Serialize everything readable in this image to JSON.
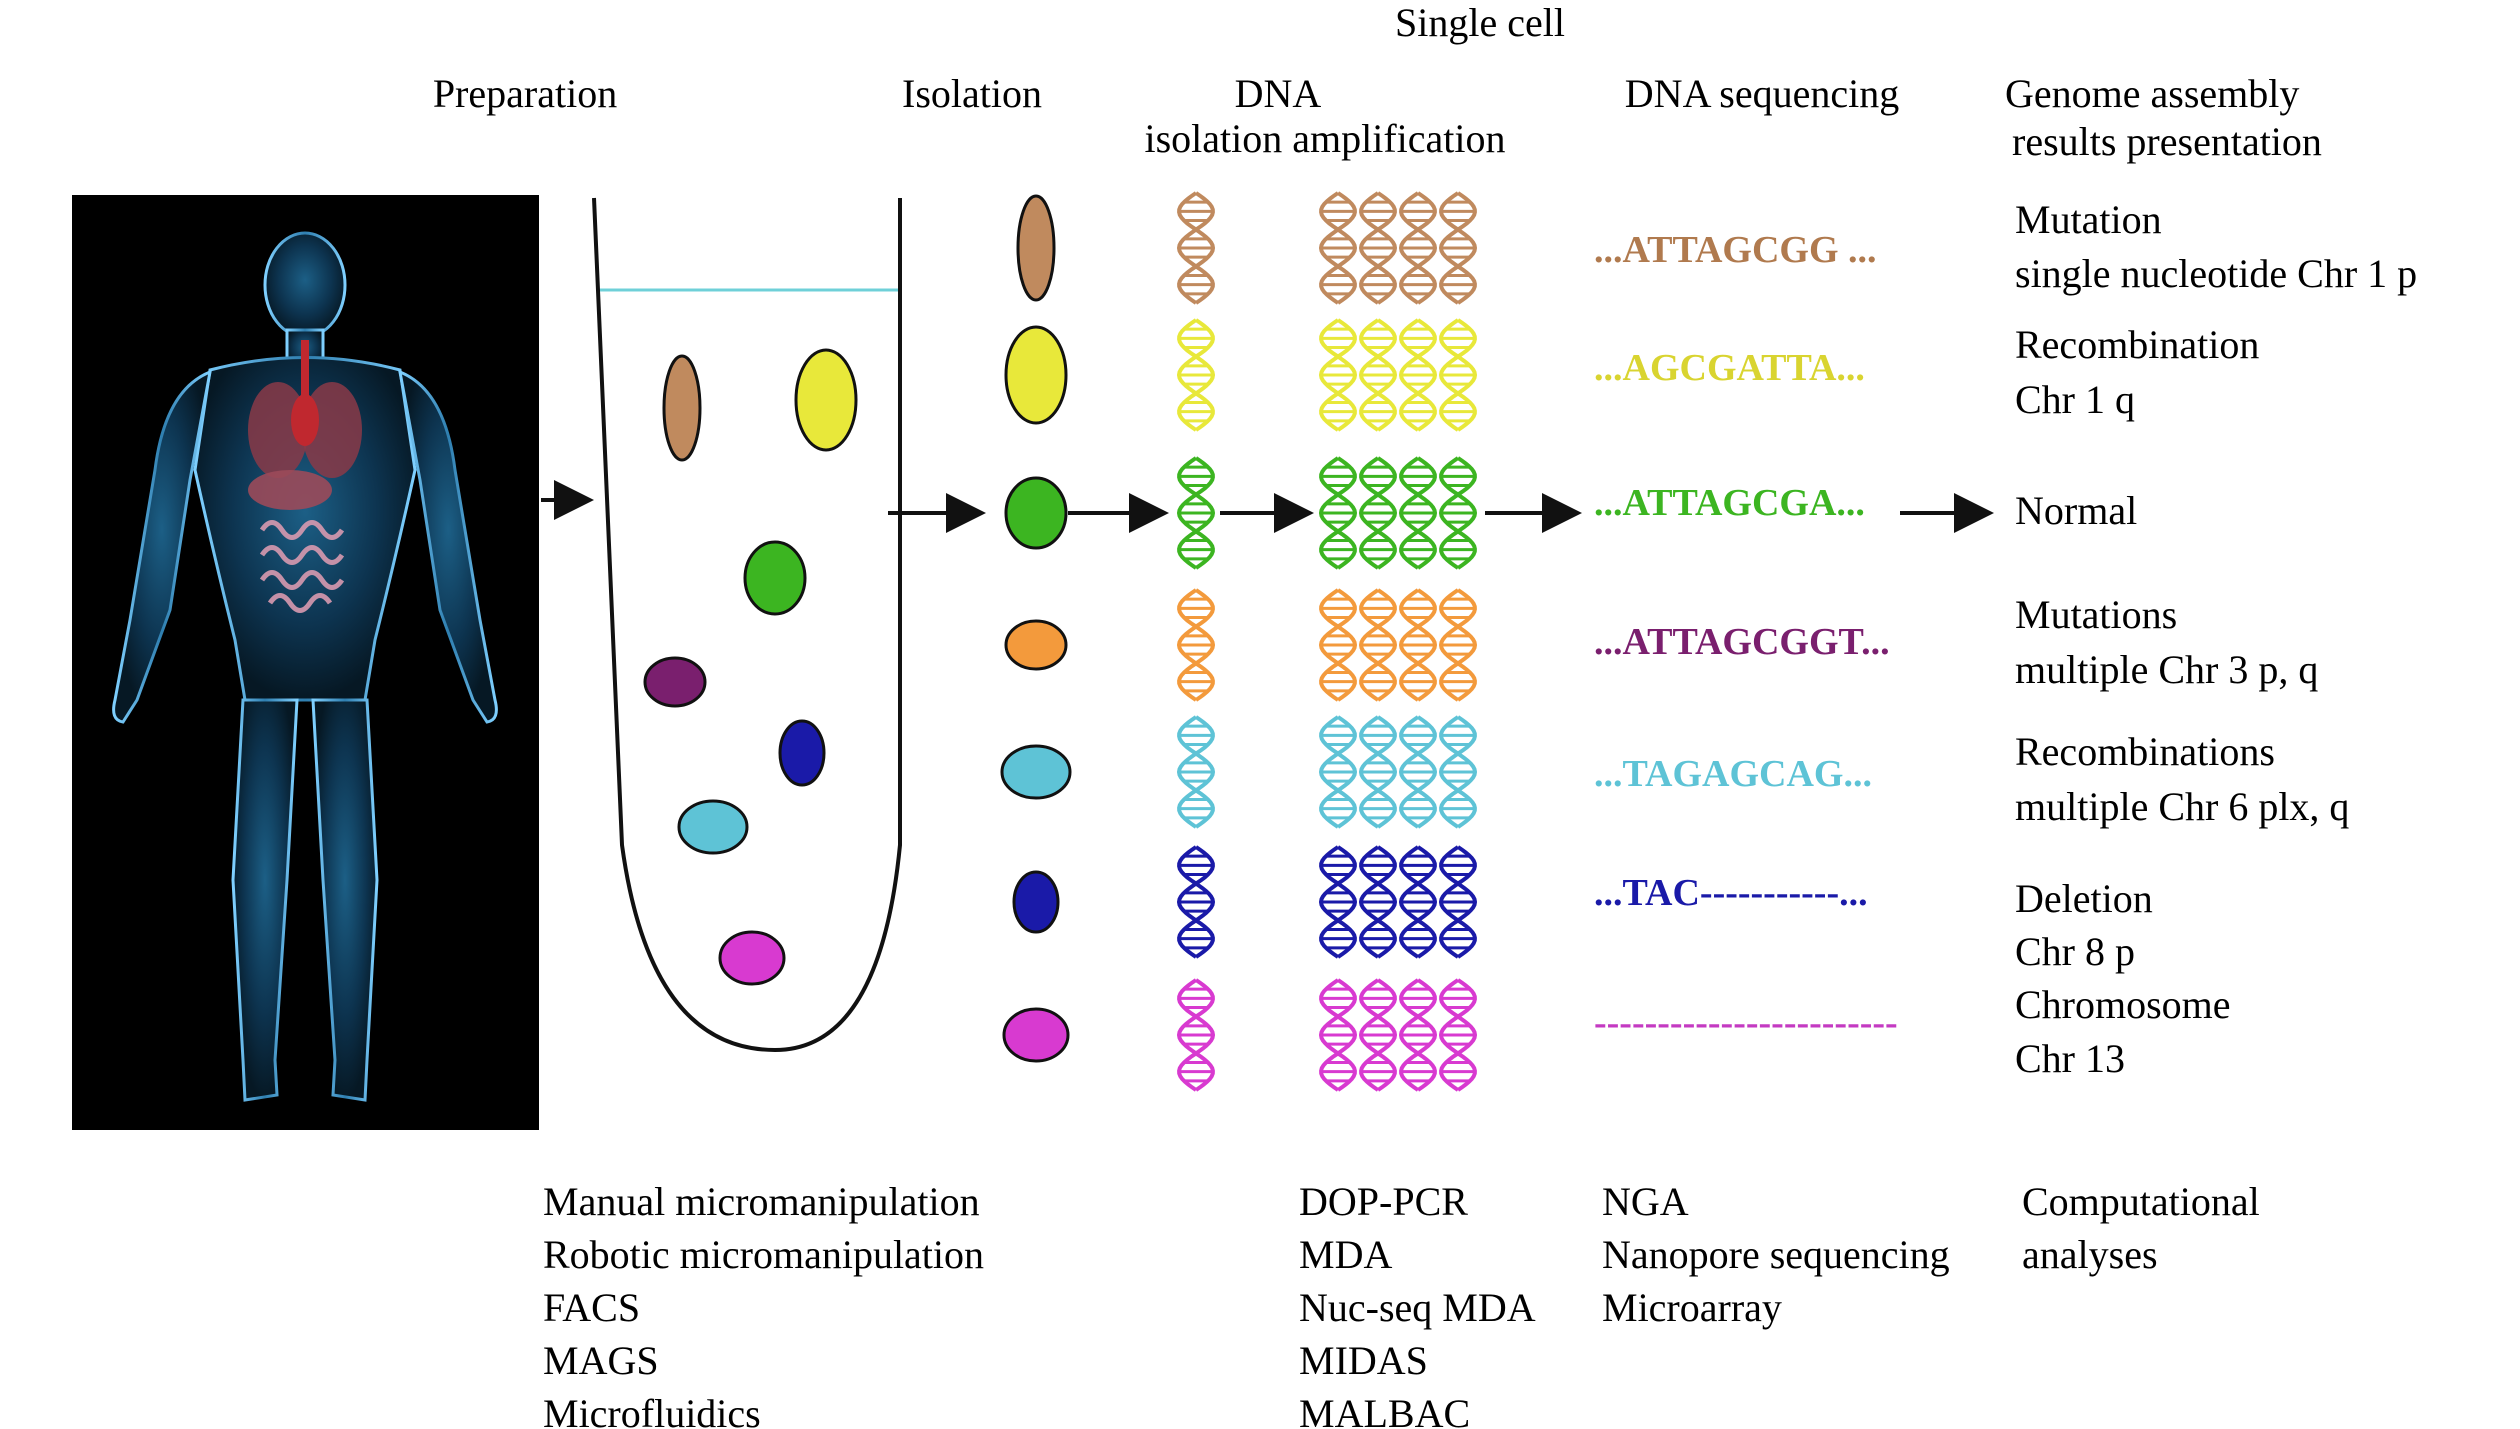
{
  "top_title": "Single cell",
  "headers": {
    "preparation": "Preparation",
    "isolation": "Isolation",
    "dna_line1": "DNA",
    "dna_line2": "isolation amplification",
    "sequencing": "DNA sequencing",
    "assembly_line1": "Genome assembly",
    "assembly_line2": "results presentation"
  },
  "rows": [
    {
      "color": "#c08a5e",
      "sequence": "...ATTAGCGG ...",
      "result_line1": "Mutation",
      "result_line2": "single nucleotide Chr 1 p"
    },
    {
      "color": "#e8e83a",
      "sequence": "...AGCGATTA...",
      "result_line1": "Recombination",
      "result_line2": "Chr 1 q"
    },
    {
      "color": "#3cb521",
      "sequence": "...ATTAGCGA...",
      "result_line1": "Normal",
      "result_line2": ""
    },
    {
      "color": "#f39a3c",
      "sequence": "...ATTAGCGGT...",
      "result_line1": "Mutations",
      "result_line2": "multiple Chr 3 p, q"
    },
    {
      "color": "#5ec3d6",
      "sequence": "...TAGAGCAG...",
      "result_line1": "Recombinations",
      "result_line2": "multiple Chr 6 plx, q"
    },
    {
      "color": "#1a1aa8",
      "sequence": "...TAC-----------...",
      "result_line1": "Deletion",
      "result_line2": "Chr 8 p"
    },
    {
      "color": "#d83ad0",
      "sequence": "------------------------",
      "result_line1": "Chromosome",
      "result_line2": "Chr 13"
    }
  ],
  "sequence_colors": [
    "#b07a4e",
    "#d9d430",
    "#3cb521",
    "#7a1f6e",
    "#5ec3d6",
    "#1a1aa8",
    "#c43ac2"
  ],
  "tube_cell_colors": [
    "#c08a5e",
    "#e8e83a",
    "#3cb521",
    "#7a1f6e",
    "#1a1aa8",
    "#5ec3d6",
    "#d83ad0"
  ],
  "tube_line_color": "#6fd0d8",
  "methods": {
    "isolation": [
      "Manual micromanipulation",
      "Robotic micromanipulation",
      "FACS",
      "MAGS",
      "Microfluidics"
    ],
    "amplification": [
      "DOP-PCR",
      "MDA",
      "Nuc-seq MDA",
      "MIDAS",
      "MALBAC"
    ],
    "sequencing": [
      "NGA",
      "Nanopore sequencing",
      "Microarray"
    ],
    "analysis": [
      "Computational",
      "analyses"
    ]
  },
  "body_image": "human-body-anatomy"
}
